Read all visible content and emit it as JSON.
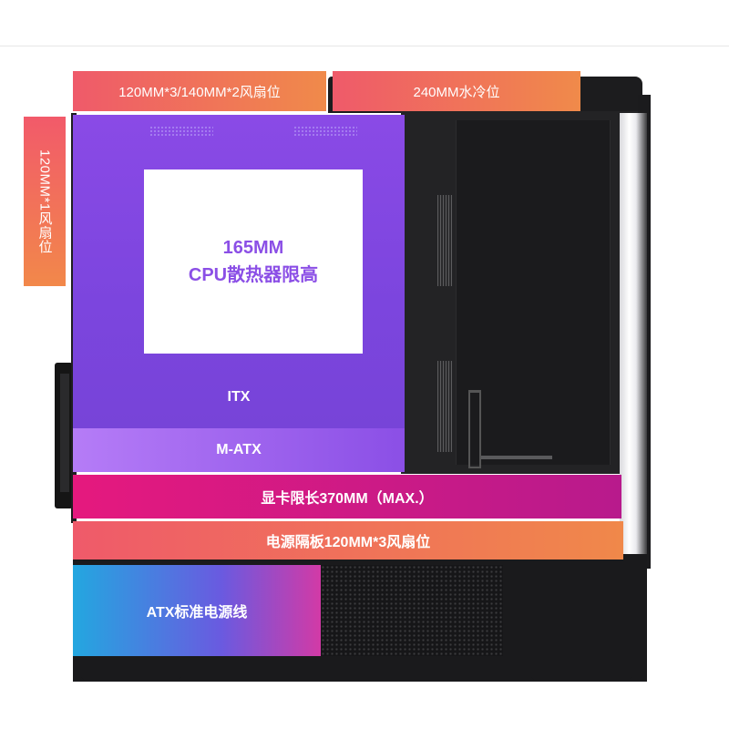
{
  "labels": {
    "top_fan": "120MM*3/140MM*2风扇位",
    "top_radiator": "240MM水冷位",
    "rear_fan": "120MM*1风扇位",
    "cpu_height_value": "165MM",
    "cpu_height_text": "CPU散热器限高",
    "itx": "ITX",
    "matx": "M-ATX",
    "gpu_length": "显卡限长370MM（MAX.）",
    "psu_shroud_fans": "电源隔板120MM*3风扇位",
    "psu_cable": "ATX标准电源线"
  },
  "colors": {
    "coral_orange": "#ef5a6a",
    "orange": "#f0884a",
    "purple": "#8a4ae6",
    "magenta": "#e5197e",
    "blue": "#23a7e0",
    "case_black": "#1a1a1c"
  }
}
